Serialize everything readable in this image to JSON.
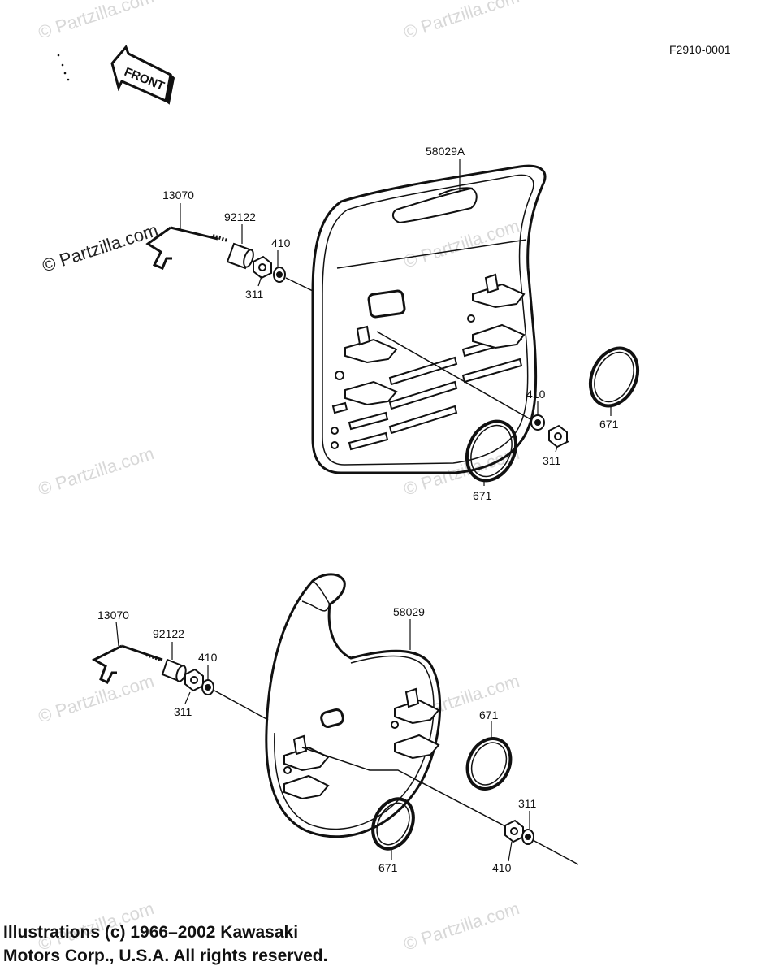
{
  "figure_code": "F2910-0001",
  "front_label": "FRONT",
  "watermark": "© Partzilla.com",
  "upper": {
    "part_main": "58029A",
    "rod": "13070",
    "collar": "92122",
    "washer": "410",
    "nut": "311",
    "washer_right": "410",
    "nut_right": "311",
    "oring_right": "671",
    "oring_mid": "671"
  },
  "lower": {
    "part_main": "58029",
    "rod": "13070",
    "collar": "92122",
    "washer": "410",
    "nut": "311",
    "oring_upper": "671",
    "oring_lower": "671",
    "nut_right": "311",
    "washer_right": "410"
  },
  "copyright_line1": "Illustrations (c) 1966–2002 Kawasaki",
  "copyright_line2": "Motors Corp., U.S.A.  All rights reserved."
}
